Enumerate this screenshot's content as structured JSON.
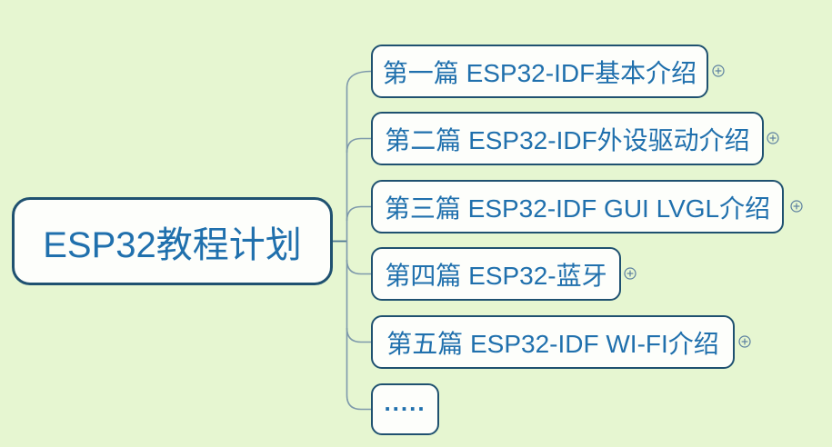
{
  "app": {
    "type": "mindmap",
    "background_color": "#e6f6d1",
    "node_fill_color": "#fdfefb",
    "node_border_color": "#1f5170",
    "node_text_color": "#2070ad",
    "branch_line_color": "#7e99ab",
    "root_line_color": "#4d7792",
    "expand_icon_color": "#5c80a0"
  },
  "mindmap": {
    "root": {
      "label": "ESP32教程计划"
    },
    "children": [
      {
        "label": "第一篇 ESP32-IDF基本介绍",
        "expand_icon": "plus"
      },
      {
        "label": "第二篇 ESP32-IDF外设驱动介绍",
        "expand_icon": "plus"
      },
      {
        "label": "第三篇 ESP32-IDF GUI LVGL介绍",
        "expand_icon": "plus"
      },
      {
        "label": "第四篇 ESP32-蓝牙",
        "expand_icon": "plus"
      },
      {
        "label": "第五篇 ESP32-IDF WI-FI介绍",
        "expand_icon": "plus"
      },
      {
        "label": ".....",
        "expand_icon": "none"
      }
    ]
  }
}
